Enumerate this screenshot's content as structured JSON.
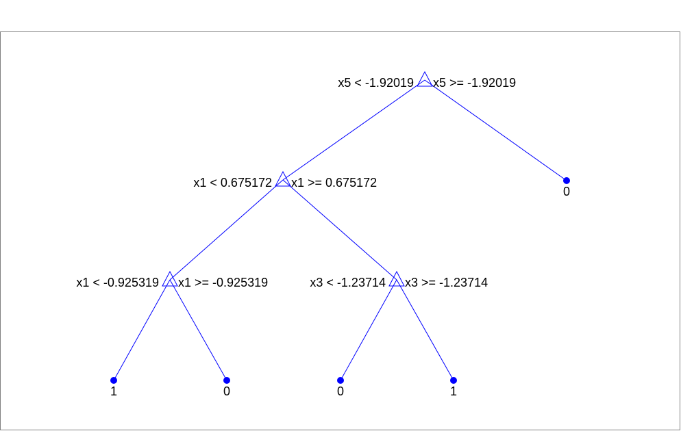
{
  "colors": {
    "edge": "#0000ff",
    "marker": "#0000ff",
    "text": "#000000",
    "frame": "#7f7f7f",
    "background": "#ffffff"
  },
  "tree": {
    "nodes": [
      {
        "id": "n1",
        "type": "split",
        "left_label": "x5 < -1.92019",
        "right_label": "x5 >= -1.92019"
      },
      {
        "id": "n2",
        "type": "split",
        "left_label": "x1 < 0.675172",
        "right_label": "x1 >= 0.675172"
      },
      {
        "id": "n3",
        "type": "leaf",
        "label": "0"
      },
      {
        "id": "n4",
        "type": "split",
        "left_label": "x1 < -0.925319",
        "right_label": "x1 >= -0.925319"
      },
      {
        "id": "n5",
        "type": "split",
        "left_label": "x3 < -1.23714",
        "right_label": "x3 >= -1.23714"
      },
      {
        "id": "n6",
        "type": "leaf",
        "label": "1"
      },
      {
        "id": "n7",
        "type": "leaf",
        "label": "0"
      },
      {
        "id": "n8",
        "type": "leaf",
        "label": "0"
      },
      {
        "id": "n9",
        "type": "leaf",
        "label": "1"
      }
    ],
    "edges": [
      {
        "from": "n1",
        "to": "n2"
      },
      {
        "from": "n1",
        "to": "n3"
      },
      {
        "from": "n2",
        "to": "n4"
      },
      {
        "from": "n2",
        "to": "n5"
      },
      {
        "from": "n4",
        "to": "n6"
      },
      {
        "from": "n4",
        "to": "n7"
      },
      {
        "from": "n5",
        "to": "n8"
      },
      {
        "from": "n5",
        "to": "n9"
      }
    ]
  }
}
